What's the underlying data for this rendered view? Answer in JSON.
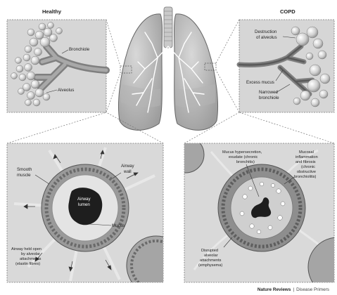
{
  "headings": {
    "healthy": "Healthy",
    "copd": "COPD"
  },
  "healthy_top": {
    "bronchiole": "Bronchiole",
    "alveolus": "Alveolus"
  },
  "copd_top": {
    "destruction": [
      "Destruction",
      "of alveolus"
    ],
    "excess_mucus": "Excess mucus",
    "narrowed": [
      "Narrowed",
      "bronchiole"
    ]
  },
  "healthy_bottom": {
    "smooth_muscle": [
      "Smooth",
      "muscle"
    ],
    "airway_wall": [
      "Airway",
      "wall"
    ],
    "airway_lumen": [
      "Airway",
      "lumen"
    ],
    "mucus": "Mucus",
    "held_open": [
      "Airway held open",
      "by alveolar",
      "attachments",
      "(elastin fibres)"
    ]
  },
  "copd_bottom": {
    "hypersecretion": [
      "Mucus hypersecretion,",
      "exudate (chronic",
      "bronchitis)"
    ],
    "inflammation": [
      "Mucosal",
      "inflammation",
      "and fibrosis",
      "(chronic",
      "obstructive",
      "bronchiolitis)"
    ],
    "disrupted": [
      "Disrupted",
      "alveolar",
      "attachments",
      "(emphysema)"
    ]
  },
  "credit": {
    "journal": "Nature Reviews",
    "separator": "|",
    "series": "Disease Primers"
  }
}
